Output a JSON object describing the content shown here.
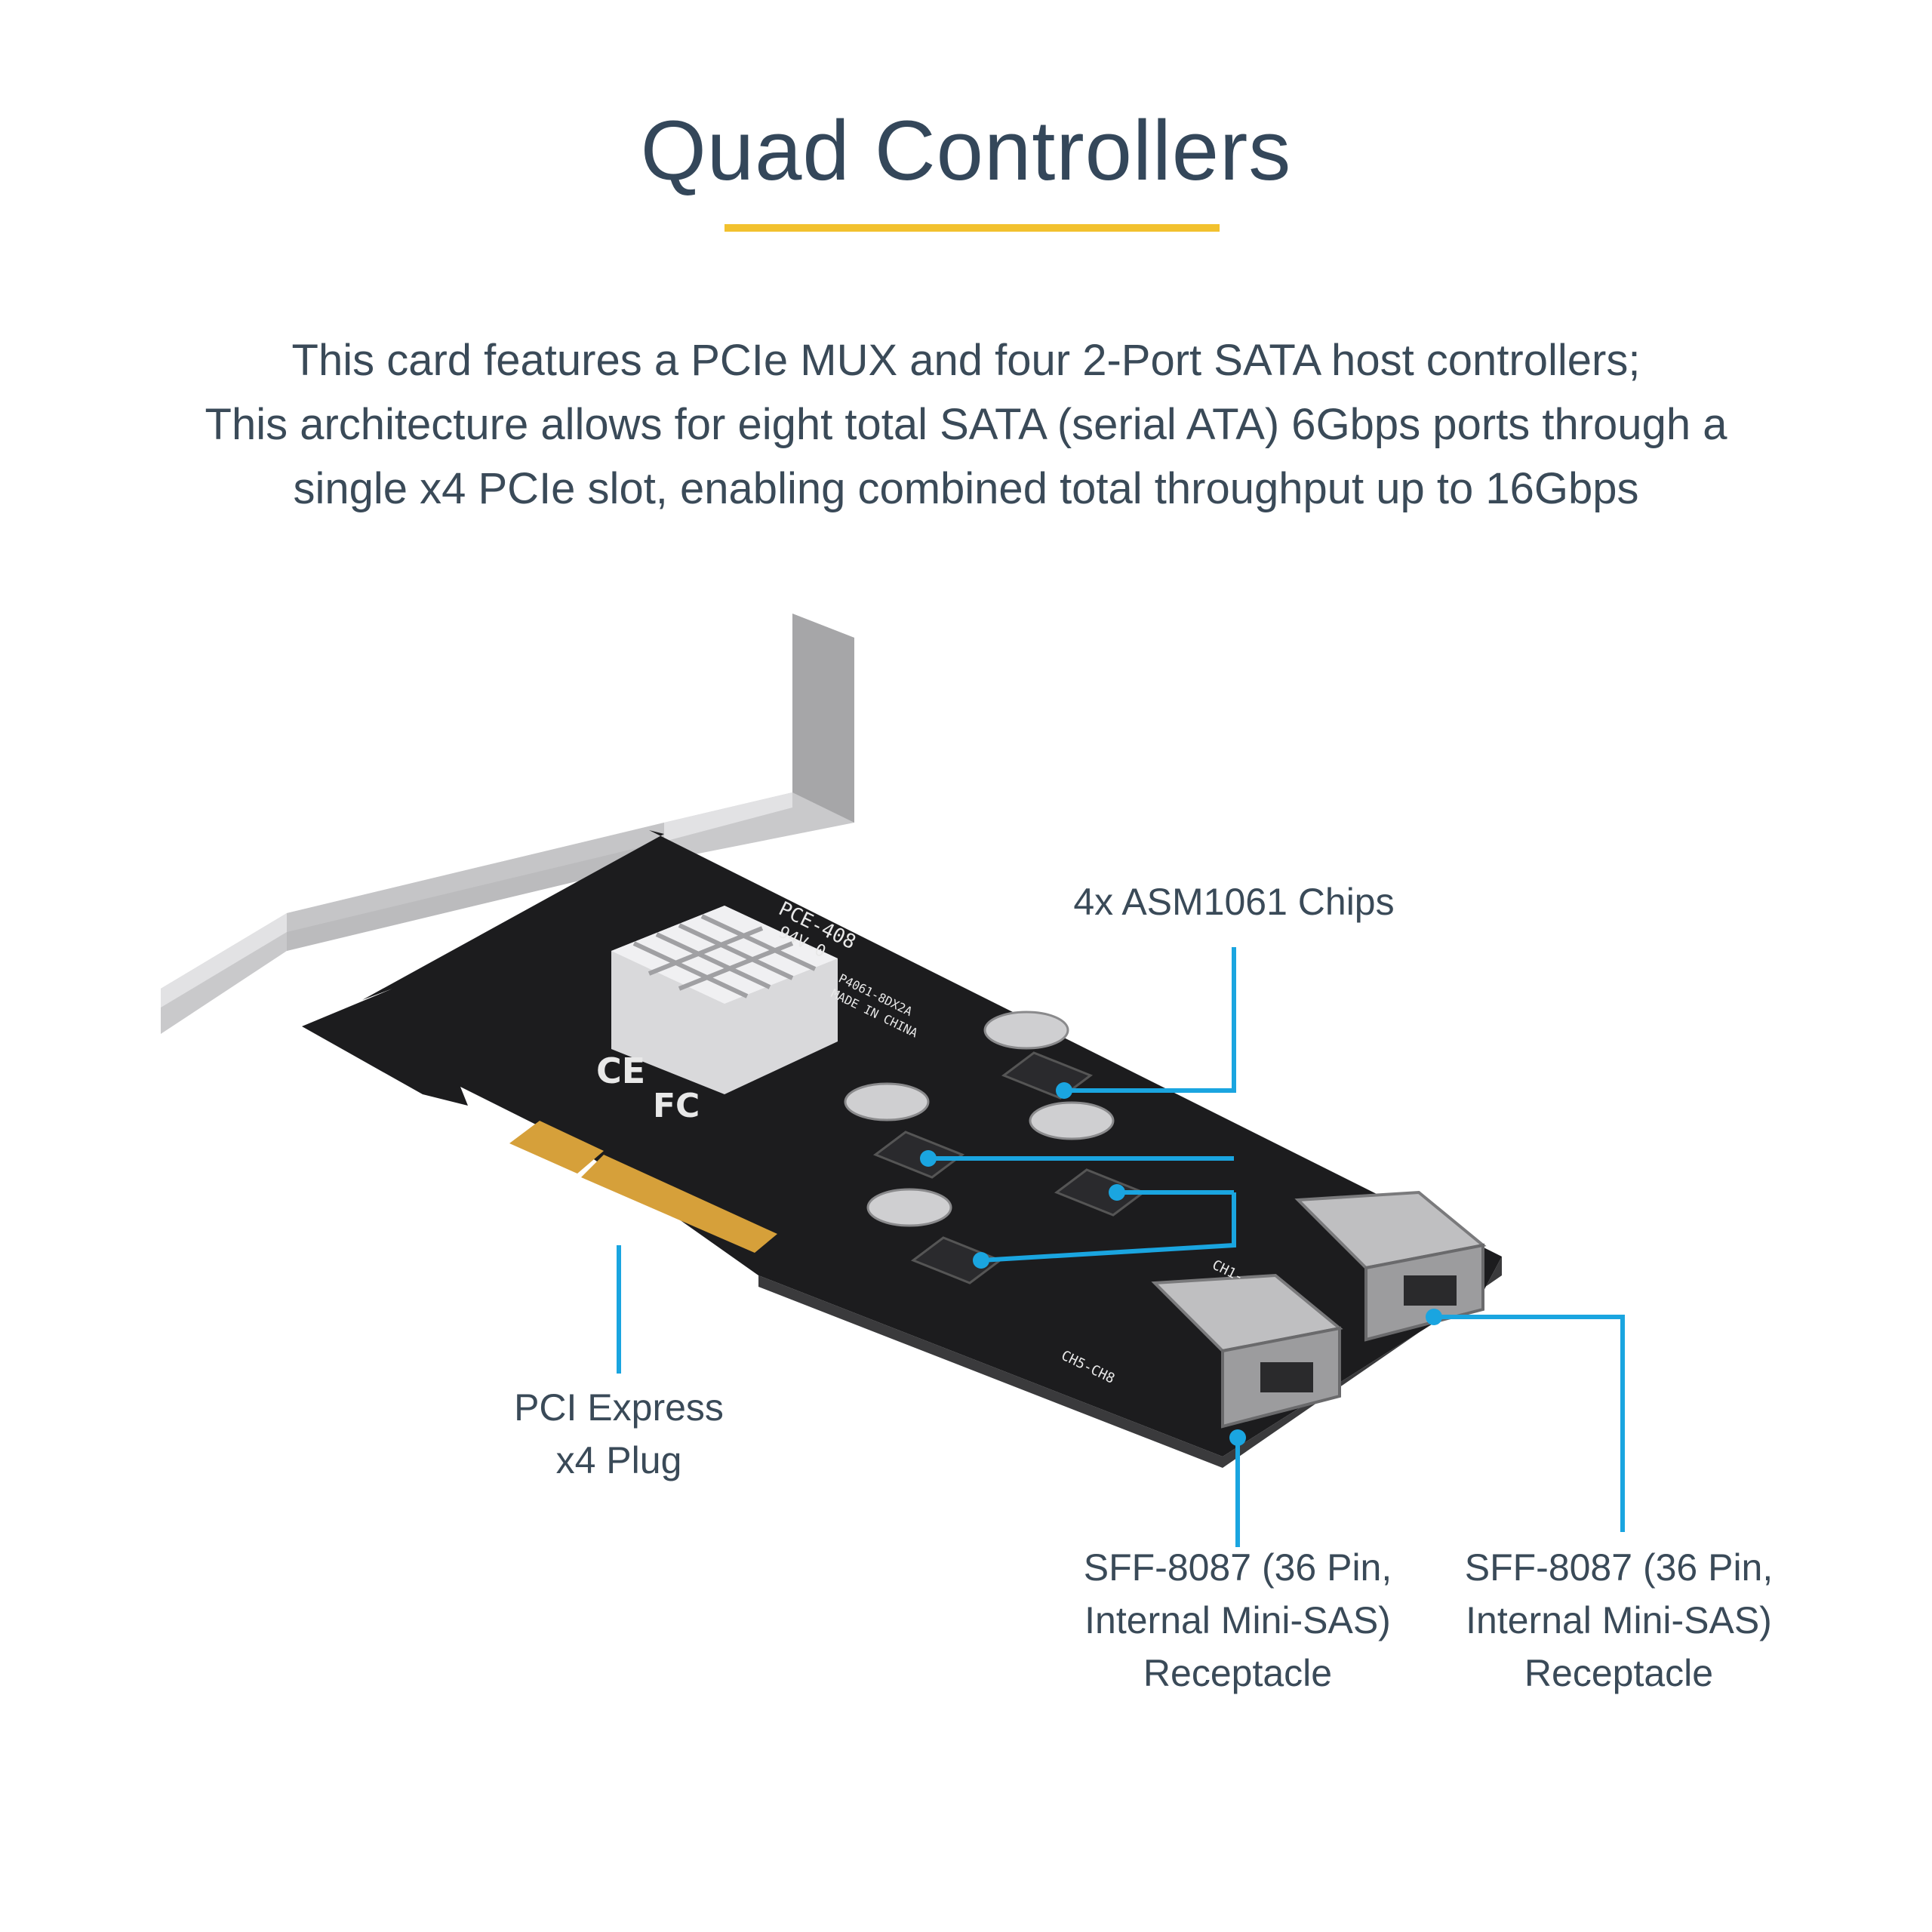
{
  "title": "Quad Controllers",
  "description": {
    "line1": "This card features a PCIe MUX and four 2-Port SATA host controllers;",
    "line2": "This architecture allows for eight total SATA (serial ATA) 6Gbps ports through a",
    "line3": "single x4 PCIe slot, enabling combined total throughput up to 16Gbps"
  },
  "callouts": {
    "chips": "4x ASM1061 Chips",
    "pcie": {
      "line1": "PCI Express",
      "line2": "x4 Plug"
    },
    "sff_left": {
      "line1": "SFF-8087 (36 Pin,",
      "line2": "Internal Mini-SAS)",
      "line3": "Receptacle"
    },
    "sff_right": {
      "line1": "SFF-8087 (36 Pin,",
      "line2": "Internal Mini-SAS)",
      "line3": "Receptacle"
    }
  },
  "board_markings": {
    "model": "PCE-408",
    "rating": "94V-0",
    "part": "P4061-8DX2A",
    "origin": "MADE IN CHINA",
    "ch_label_1": "CH1-",
    "ch_label_2": "CH5-CH8",
    "ce_mark": "CE",
    "fc_mark": "FC"
  },
  "colors": {
    "accent_rule": "#f2c12e",
    "leader_line": "#1aa5e0",
    "pcb": "#1c1c1e",
    "bracket": "#b9b9bb",
    "gold": "#d6a03a"
  }
}
